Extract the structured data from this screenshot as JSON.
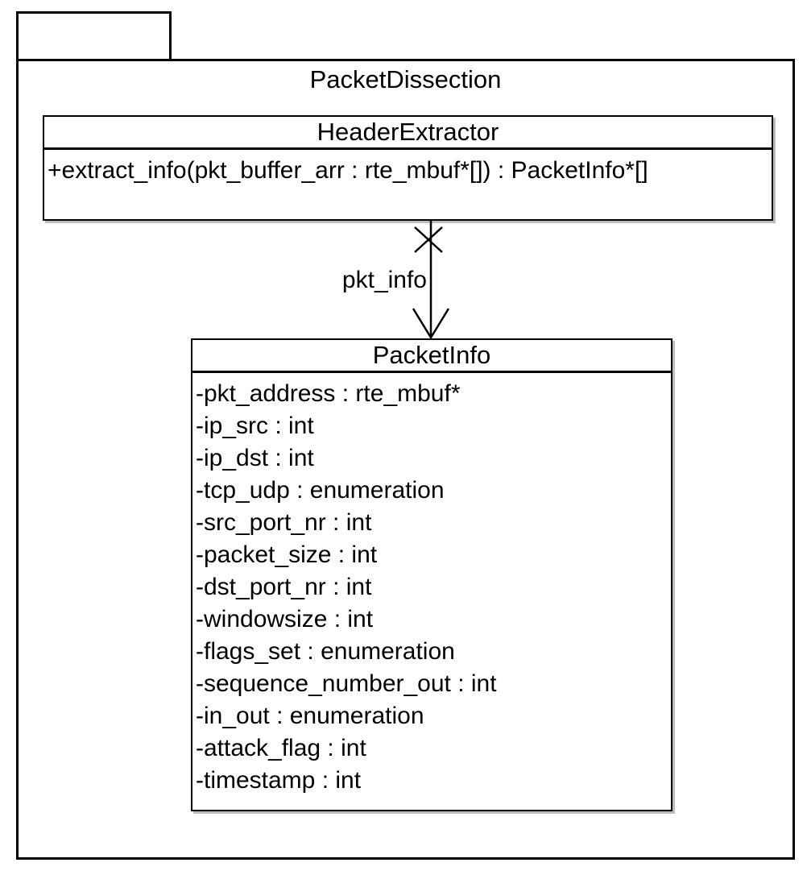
{
  "diagram": {
    "kind": "uml-class-diagram",
    "background_color": "#ffffff",
    "line_color": "#000000",
    "shadow_color": "#bdbdbd"
  },
  "package": {
    "name": "PacketDissection"
  },
  "classes": {
    "header_extractor": {
      "name": "HeaderExtractor",
      "operations": [
        "+extract_info(pkt_buffer_arr : rte_mbuf*[]) : PacketInfo*[]"
      ]
    },
    "packet_info": {
      "name": "PacketInfo",
      "attributes": [
        "-pkt_address : rte_mbuf*",
        "-ip_src : int",
        "-ip_dst : int",
        "-tcp_udp : enumeration",
        "-src_port_nr : int",
        "-packet_size : int",
        "-dst_port_nr : int",
        "-windowsize : int",
        "-flags_set : enumeration",
        "-sequence_number_out : int",
        "-in_out : enumeration",
        "-attack_flag : int",
        "-timestamp : int"
      ]
    }
  },
  "association": {
    "label": "pkt_info",
    "source": "HeaderExtractor",
    "target": "PacketInfo",
    "source_end_marker": "x-non-navigable",
    "target_end_marker": "open-arrowhead"
  }
}
